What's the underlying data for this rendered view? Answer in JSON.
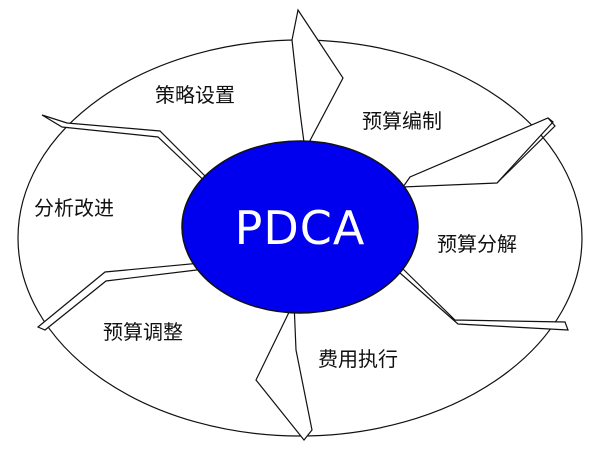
{
  "center": {
    "label": "PDCA",
    "fill": "#0000ee",
    "text_color": "#ffffff"
  },
  "stages": [
    {
      "id": "strategy",
      "label": "策略设置"
    },
    {
      "id": "compile",
      "label": "预算编制"
    },
    {
      "id": "decompose",
      "label": "预算分解"
    },
    {
      "id": "execute",
      "label": "费用执行"
    },
    {
      "id": "adjust",
      "label": "预算调整"
    },
    {
      "id": "improve",
      "label": "分析改进"
    }
  ],
  "colors": {
    "outline": "#111111",
    "background": "#ffffff"
  }
}
